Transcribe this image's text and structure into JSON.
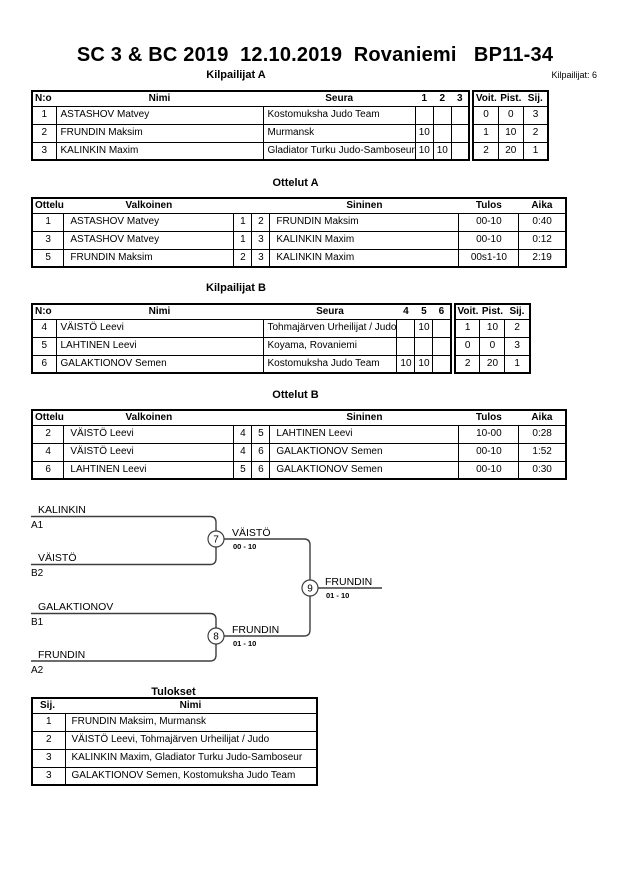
{
  "page": {
    "title": "SC 3 & BC 2019  12.10.2019  Rovaniemi   BP11-34",
    "count_label": "Kilpailijat: 6"
  },
  "kilpailijat_a": {
    "heading": "Kilpailijat A",
    "headers": {
      "no": "N:o",
      "nimi": "Nimi",
      "seura": "Seura",
      "c1": "1",
      "c2": "2",
      "c3": "3",
      "voit": "Voit.",
      "pist": "Pist.",
      "sij": "Sij."
    },
    "rows": [
      {
        "no": "1",
        "nimi": "ASTASHOV Matvey",
        "seura": "Kostomuksha Judo Team",
        "c1": "",
        "c2": "",
        "c3": "",
        "voit": "0",
        "pist": "0",
        "sij": "3"
      },
      {
        "no": "2",
        "nimi": "FRUNDIN Maksim",
        "seura": "Murmansk",
        "c1": "10",
        "c2": "",
        "c3": "",
        "voit": "1",
        "pist": "10",
        "sij": "2"
      },
      {
        "no": "3",
        "nimi": "KALINKIN Maxim",
        "seura": "Gladiator Turku Judo-Samboseur",
        "c1": "10",
        "c2": "10",
        "c3": "",
        "voit": "2",
        "pist": "20",
        "sij": "1"
      }
    ]
  },
  "ottelut_a": {
    "heading": "Ottelut A",
    "headers": {
      "ottelu": "Ottelu",
      "valkoinen": "Valkoinen",
      "sininen": "Sininen",
      "tulos": "Tulos",
      "aika": "Aika"
    },
    "rows": [
      {
        "ottelu": "1",
        "valkoinen": "ASTASHOV Matvey",
        "wno": "1",
        "bno": "2",
        "sininen": "FRUNDIN Maksim",
        "tulos": "00-10",
        "aika": "0:40"
      },
      {
        "ottelu": "3",
        "valkoinen": "ASTASHOV Matvey",
        "wno": "1",
        "bno": "3",
        "sininen": "KALINKIN Maxim",
        "tulos": "00-10",
        "aika": "0:12"
      },
      {
        "ottelu": "5",
        "valkoinen": "FRUNDIN Maksim",
        "wno": "2",
        "bno": "3",
        "sininen": "KALINKIN Maxim",
        "tulos": "00s1-10",
        "aika": "2:19"
      }
    ]
  },
  "kilpailijat_b": {
    "heading": "Kilpailijat B",
    "headers": {
      "no": "N:o",
      "nimi": "Nimi",
      "seura": "Seura",
      "c1": "4",
      "c2": "5",
      "c3": "6",
      "voit": "Voit.",
      "pist": "Pist.",
      "sij": "Sij."
    },
    "rows": [
      {
        "no": "4",
        "nimi": "VÄISTÖ Leevi",
        "seura": "Tohmajärven Urheilijat / Judo",
        "c1": "",
        "c2": "10",
        "c3": "",
        "voit": "1",
        "pist": "10",
        "sij": "2"
      },
      {
        "no": "5",
        "nimi": "LAHTINEN Leevi",
        "seura": "Koyama, Rovaniemi",
        "c1": "",
        "c2": "",
        "c3": "",
        "voit": "0",
        "pist": "0",
        "sij": "3"
      },
      {
        "no": "6",
        "nimi": "GALAKTIONOV Semen",
        "seura": "Kostomuksha Judo Team",
        "c1": "10",
        "c2": "10",
        "c3": "",
        "voit": "2",
        "pist": "20",
        "sij": "1"
      }
    ]
  },
  "ottelut_b": {
    "heading": "Ottelut B",
    "headers": {
      "ottelu": "Ottelu",
      "valkoinen": "Valkoinen",
      "sininen": "Sininen",
      "tulos": "Tulos",
      "aika": "Aika"
    },
    "rows": [
      {
        "ottelu": "2",
        "valkoinen": "VÄISTÖ Leevi",
        "wno": "4",
        "bno": "5",
        "sininen": "LAHTINEN Leevi",
        "tulos": "10-00",
        "aika": "0:28"
      },
      {
        "ottelu": "4",
        "valkoinen": "VÄISTÖ Leevi",
        "wno": "4",
        "bno": "6",
        "sininen": "GALAKTIONOV Semen",
        "tulos": "00-10",
        "aika": "1:52"
      },
      {
        "ottelu": "6",
        "valkoinen": "LAHTINEN Leevi",
        "wno": "5",
        "bno": "6",
        "sininen": "GALAKTIONOV Semen",
        "tulos": "00-10",
        "aika": "0:30"
      }
    ]
  },
  "bracket": {
    "match7": {
      "number": "7",
      "top_name": "KALINKIN",
      "top_seed": "A1",
      "bottom_name": "VÄISTÖ",
      "bottom_seed": "B2",
      "winner": "VÄISTÖ",
      "score": "00 - 10"
    },
    "match8": {
      "number": "8",
      "top_name": "GALAKTIONOV",
      "top_seed": "B1",
      "bottom_name": "FRUNDIN",
      "bottom_seed": "A2",
      "winner": "FRUNDIN",
      "score": "01 - 10"
    },
    "match9": {
      "number": "9",
      "winner": "FRUNDIN",
      "score": "01 - 10"
    }
  },
  "tulokset": {
    "heading": "Tulokset",
    "headers": {
      "sij": "Sij.",
      "nimi": "Nimi"
    },
    "rows": [
      {
        "sij": "1",
        "nimi": "FRUNDIN Maksim, Murmansk"
      },
      {
        "sij": "2",
        "nimi": "VÄISTÖ Leevi, Tohmajärven Urheilijat / Judo"
      },
      {
        "sij": "3",
        "nimi": "KALINKIN Maxim, Gladiator Turku Judo-Samboseur"
      },
      {
        "sij": "3",
        "nimi": "GALAKTIONOV Semen, Kostomuksha Judo Team"
      }
    ]
  }
}
